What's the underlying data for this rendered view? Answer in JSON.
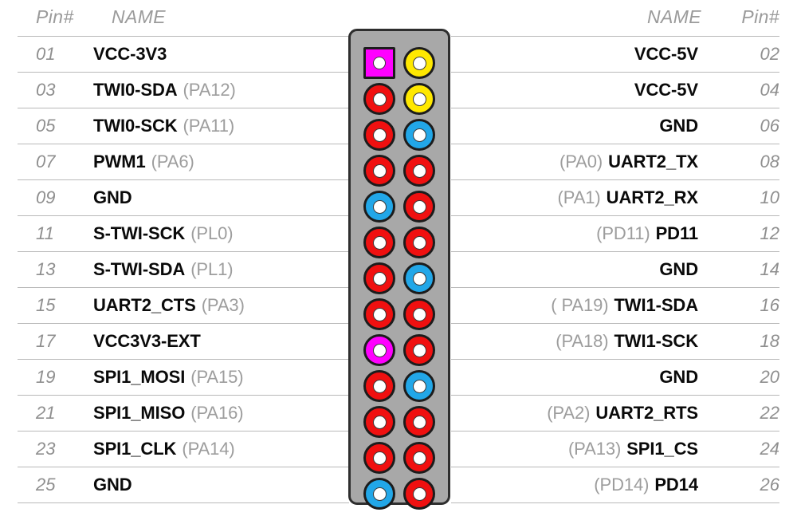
{
  "headers": {
    "left_pin": "Pin#",
    "left_name": "NAME",
    "right_name": "NAME",
    "right_pin": "Pin#"
  },
  "colors": {
    "power_3v3": "#FF00FF",
    "power_5v": "#FFE800",
    "ground": "#22A7E8",
    "signal": "#F01010",
    "connector_body": "#A8A8A8",
    "connector_outline": "#2E2E2E",
    "rule": "#B9B9B9",
    "pin_number_text": "#8F8F8F",
    "signal_text": "#0A0A0A",
    "alt_text": "#9D9D9D"
  },
  "connector": {
    "name": "26-pin-gpio-header",
    "rows": 13,
    "columns": 2,
    "total_pins": 26
  },
  "rows": [
    {
      "left": {
        "pin": "01",
        "signal": "VCC-3V3",
        "alt": "",
        "alt_first": false,
        "color": "#FF00FF",
        "shape": "square"
      },
      "right": {
        "pin": "02",
        "signal": "VCC-5V",
        "alt": "",
        "alt_first": true,
        "color": "#FFE800",
        "shape": "round"
      }
    },
    {
      "left": {
        "pin": "03",
        "signal": "TWI0-SDA",
        "alt": "(PA12)",
        "alt_first": false,
        "color": "#F01010",
        "shape": "round"
      },
      "right": {
        "pin": "04",
        "signal": "VCC-5V",
        "alt": "",
        "alt_first": true,
        "color": "#FFE800",
        "shape": "round"
      }
    },
    {
      "left": {
        "pin": "05",
        "signal": "TWI0-SCK",
        "alt": "(PA11)",
        "alt_first": false,
        "color": "#F01010",
        "shape": "round"
      },
      "right": {
        "pin": "06",
        "signal": "GND",
        "alt": "",
        "alt_first": true,
        "color": "#22A7E8",
        "shape": "round"
      }
    },
    {
      "left": {
        "pin": "07",
        "signal": "PWM1",
        "alt": "(PA6)",
        "alt_first": false,
        "color": "#F01010",
        "shape": "round"
      },
      "right": {
        "pin": "08",
        "signal": "UART2_TX",
        "alt": "(PA0)",
        "alt_first": true,
        "color": "#F01010",
        "shape": "round"
      }
    },
    {
      "left": {
        "pin": "09",
        "signal": "GND",
        "alt": "",
        "alt_first": false,
        "color": "#22A7E8",
        "shape": "round"
      },
      "right": {
        "pin": "10",
        "signal": "UART2_RX",
        "alt": "(PA1)",
        "alt_first": true,
        "color": "#F01010",
        "shape": "round"
      }
    },
    {
      "left": {
        "pin": "11",
        "signal": "S-TWI-SCK",
        "alt": "(PL0)",
        "alt_first": false,
        "color": "#F01010",
        "shape": "round"
      },
      "right": {
        "pin": "12",
        "signal": "PD11",
        "alt": "(PD11)",
        "alt_first": true,
        "color": "#F01010",
        "shape": "round"
      }
    },
    {
      "left": {
        "pin": "13",
        "signal": "S-TWI-SDA",
        "alt": "(PL1)",
        "alt_first": false,
        "color": "#F01010",
        "shape": "round"
      },
      "right": {
        "pin": "14",
        "signal": "GND",
        "alt": "",
        "alt_first": true,
        "color": "#22A7E8",
        "shape": "round"
      }
    },
    {
      "left": {
        "pin": "15",
        "signal": "UART2_CTS",
        "alt": "(PA3)",
        "alt_first": false,
        "color": "#F01010",
        "shape": "round"
      },
      "right": {
        "pin": "16",
        "signal": "TWI1-SDA",
        "alt": "( PA19)",
        "alt_first": true,
        "color": "#F01010",
        "shape": "round"
      }
    },
    {
      "left": {
        "pin": "17",
        "signal": "VCC3V3-EXT",
        "alt": "",
        "alt_first": false,
        "color": "#FF00FF",
        "shape": "round"
      },
      "right": {
        "pin": "18",
        "signal": "TWI1-SCK",
        "alt": "(PA18)",
        "alt_first": true,
        "color": "#F01010",
        "shape": "round"
      }
    },
    {
      "left": {
        "pin": "19",
        "signal": "SPI1_MOSI",
        "alt": "(PA15)",
        "alt_first": false,
        "color": "#F01010",
        "shape": "round"
      },
      "right": {
        "pin": "20",
        "signal": "GND",
        "alt": "",
        "alt_first": true,
        "color": "#22A7E8",
        "shape": "round"
      }
    },
    {
      "left": {
        "pin": "21",
        "signal": "SPI1_MISO",
        "alt": "(PA16)",
        "alt_first": false,
        "color": "#F01010",
        "shape": "round"
      },
      "right": {
        "pin": "22",
        "signal": "UART2_RTS",
        "alt": "(PA2)",
        "alt_first": true,
        "color": "#F01010",
        "shape": "round"
      }
    },
    {
      "left": {
        "pin": "23",
        "signal": "SPI1_CLK",
        "alt": "(PA14)",
        "alt_first": false,
        "color": "#F01010",
        "shape": "round"
      },
      "right": {
        "pin": "24",
        "signal": "SPI1_CS",
        "alt": "(PA13)",
        "alt_first": true,
        "color": "#F01010",
        "shape": "round"
      }
    },
    {
      "left": {
        "pin": "25",
        "signal": "GND",
        "alt": "",
        "alt_first": false,
        "color": "#22A7E8",
        "shape": "round"
      },
      "right": {
        "pin": "26",
        "signal": "PD14",
        "alt": "(PD14)",
        "alt_first": true,
        "color": "#F01010",
        "shape": "round"
      }
    }
  ]
}
